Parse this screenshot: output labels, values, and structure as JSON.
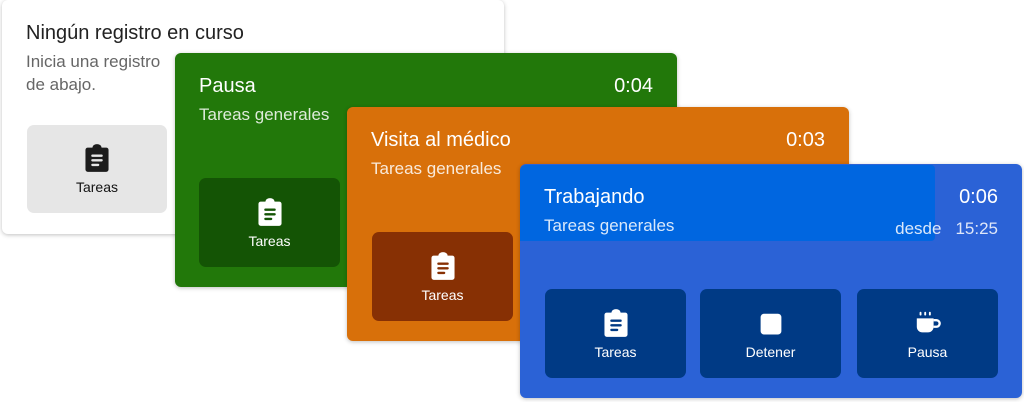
{
  "idle_card": {
    "title": "Ningún registro en curso",
    "subtitle": "Inicia una registro de abajo.",
    "button": "Tareas"
  },
  "pause_card": {
    "title": "Pausa",
    "time": "0:04",
    "subtitle": "Tareas generales",
    "button": "Tareas"
  },
  "doctor_card": {
    "title": "Visita al médico",
    "time": "0:03",
    "subtitle": "Tareas generales",
    "button": "Tareas"
  },
  "work_card": {
    "title": "Trabajando",
    "time": "0:06",
    "subtitle": "Tareas generales",
    "since_label": "desde",
    "since_time": "15:25",
    "buttons": [
      {
        "label": "Tareas",
        "icon": "clipboard-icon"
      },
      {
        "label": "Detener",
        "icon": "stop-icon"
      },
      {
        "label": "Pausa",
        "icon": "coffee-icon"
      }
    ]
  },
  "colors": {
    "pause": "#22780a",
    "doctor": "#d8700a",
    "work": "#2b62d6",
    "work_header": "#0066e0"
  }
}
